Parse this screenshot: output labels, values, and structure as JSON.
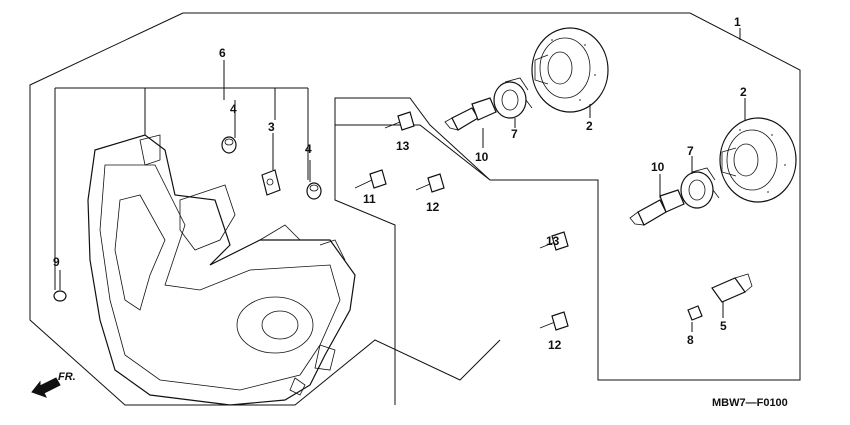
{
  "callouts": {
    "c1": "1",
    "c2a": "2",
    "c2b": "2",
    "c3": "3",
    "c4a": "4",
    "c4b": "4",
    "c5": "5",
    "c6": "6",
    "c7a": "7",
    "c7b": "7",
    "c8": "8",
    "c9": "9",
    "c10a": "10",
    "c10b": "10",
    "c11": "11",
    "c12a": "12",
    "c12b": "12",
    "c13a": "13",
    "c13b": "13"
  },
  "direction_label": "FR.",
  "diagram_code": "MBW7—F0100"
}
